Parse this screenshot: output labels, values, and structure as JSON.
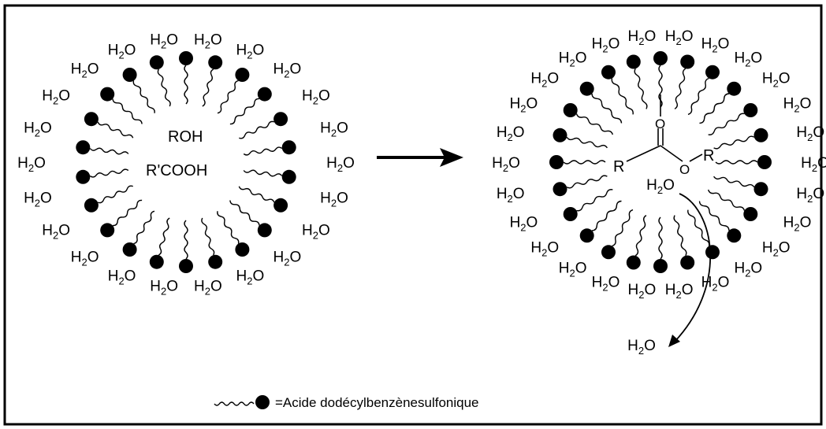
{
  "water": {
    "main": "H",
    "sub": "2",
    "end": "O"
  },
  "left_micelle": {
    "core_text_1": "ROH",
    "core_text_2": "R'COOH"
  },
  "right_micelle": {
    "R_left": "R",
    "R_right": "R",
    "carbonyl_O": "O",
    "ester_O": "O"
  },
  "legend": {
    "text": "=Acide dodécylbenzènesulfonique"
  },
  "colors": {
    "ink": "#000000",
    "background": "#ffffff"
  }
}
